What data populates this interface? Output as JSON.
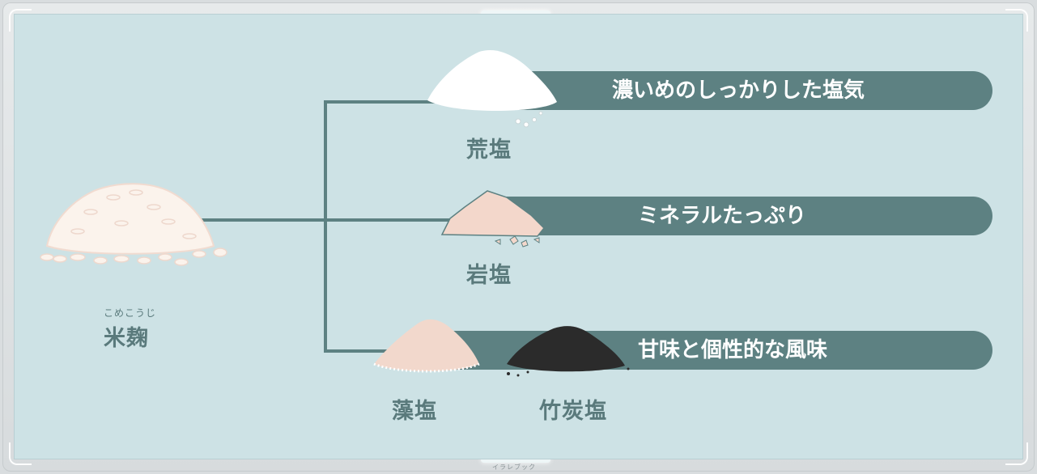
{
  "left_item": {
    "ruby": "こめこうじ",
    "label": "米麹"
  },
  "branches": [
    {
      "name": "荒塩",
      "description": "濃いめのしっかりした塩気"
    },
    {
      "name": "岩塩",
      "description": "ミネラルたっぷり"
    },
    {
      "names": [
        "藻塩",
        "竹炭塩"
      ],
      "description": "甘味と個性的な風味"
    }
  ],
  "credit": "イラレブック",
  "colors": {
    "background": "#cde2e5",
    "pill": "#5d8182",
    "line": "#5d8182",
    "label": "#5a7a7c",
    "rice_koji": "#fbf3ec",
    "coarse_salt": "#ffffff",
    "rock_salt": "#f3d7cb",
    "seaweed_salt": "#f2d8cc",
    "bamboo_charcoal_salt": "#2b2b2b"
  }
}
